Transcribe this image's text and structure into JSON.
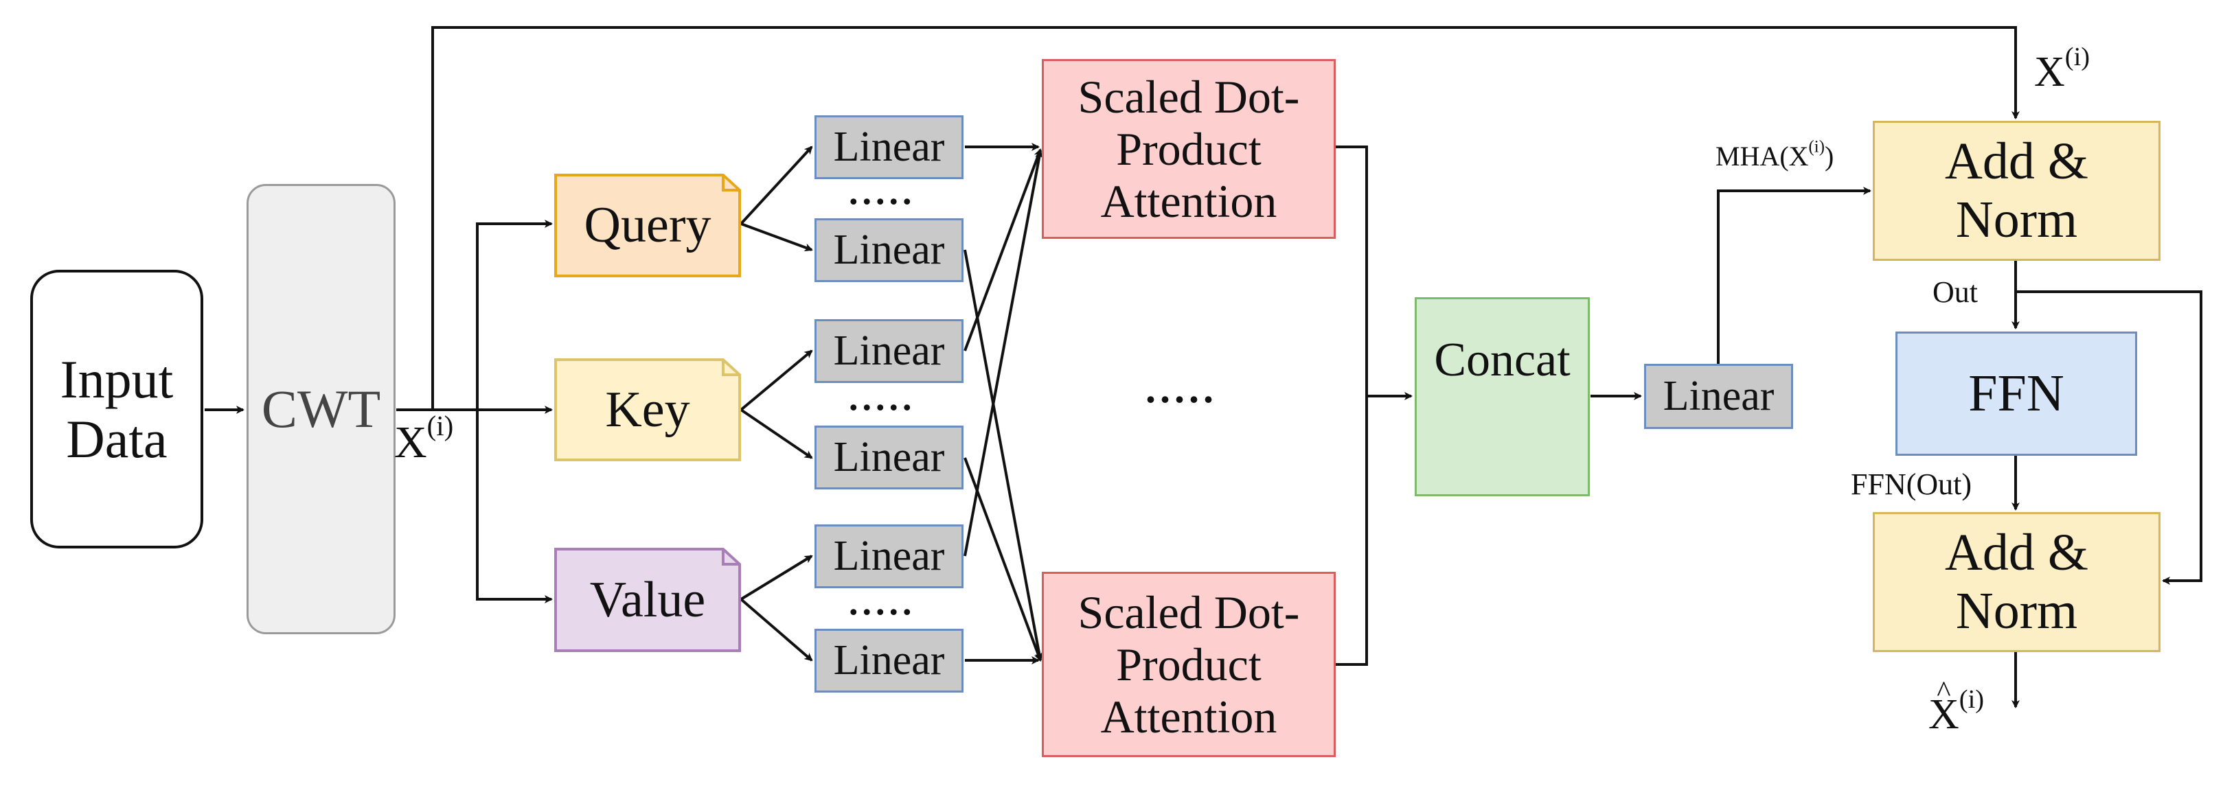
{
  "nodes": {
    "input": "Input\nData",
    "cwt": "CWT",
    "query": "Query",
    "key": "Key",
    "value": "Value",
    "linear": "Linear",
    "attention": "Scaled Dot-\nProduct\nAttention",
    "concat": "Concat",
    "out_linear": "Linear",
    "add_norm": "Add &\nNorm",
    "ffn": "FFN"
  },
  "labels": {
    "x": "X",
    "superscript": "(i)",
    "mha": "MHA(X",
    "close_paren": ")",
    "out": "Out",
    "ffn_out": "FFN(Out)",
    "dots": "....."
  },
  "colors": {
    "query_border": "#e6a817",
    "query_fill": "#fde3c4",
    "key_border": "#dcc46a",
    "key_fill": "#fff1c9",
    "value_border": "#a77fb6",
    "value_fill": "#e8d8ec",
    "linear_border": "#6c8ebf",
    "linear_fill": "#c9c9c9",
    "attention_border": "#d95f5f",
    "attention_fill": "#fdcfcf",
    "concat_border": "#7fb96b",
    "concat_fill": "#d6ecd0",
    "addnorm_border": "#d6b656",
    "addnorm_fill": "#fcefc5",
    "ffn_border": "#6c8ebf",
    "ffn_fill": "#d6e6f8",
    "cwt_border": "#9a9a9a",
    "cwt_fill": "#efefef"
  }
}
